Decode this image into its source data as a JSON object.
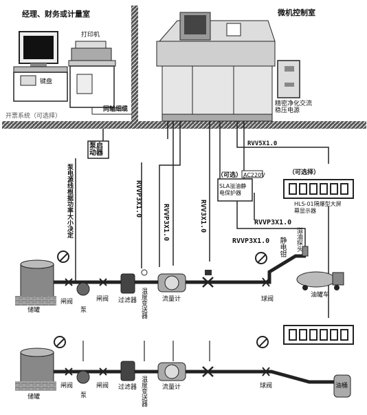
{
  "labels": {
    "office_title": "经理、财务或计量室",
    "printer": "打印机",
    "keyboard": "键盘",
    "coax": "同轴细缆",
    "system_opt": "开票系统（可选择）",
    "control_room": "微机控制室",
    "ups": "精密净化交流稳压电源",
    "pump_starter": "泵启动器",
    "pump_cable_note": "泵电源线根据功率大小决定",
    "cable_rvvp_1": "RVVP3X1.0",
    "cable_rvvp_2": "RVVP3X1.0",
    "cable_rvv": "RVV3X1.0",
    "cable_power_up": "RVV5X1.0",
    "cable_rvvp_esd": "RVVP3X1.0",
    "cable_esd_lower": "RVVP3X1.0",
    "ac220": "AC220V",
    "optional_1": "（可选）",
    "optional_2": "（可选择）",
    "sla_box": "SLA溢油静电保护器",
    "display_caption": "HLS-01隔爆型大屏幕显示器",
    "static_clamp": "静电钳",
    "overflow_probe": "溢油探头",
    "tank_1": "储罐",
    "valve_1": "闸阀",
    "valve_2": "闸阀",
    "pump_1": "泵",
    "filter_1": "过滤器",
    "temp_1": "温度变送器",
    "flowmeter_1": "流量计",
    "ball_1": "球阀",
    "tanker_truck": "油罐车",
    "tank_2": "储罐",
    "valve_3": "闸阀",
    "valve_4": "闸阀",
    "pump_2": "泵",
    "filter_2": "过滤器",
    "temp_2": "温度变送器",
    "flowmeter_2": "流量计",
    "ball_2": "球阀",
    "drum": "油桶"
  },
  "colors": {
    "line": "#222222",
    "wall": "#6b6b6b",
    "cabinet": "#e6e6e6"
  }
}
